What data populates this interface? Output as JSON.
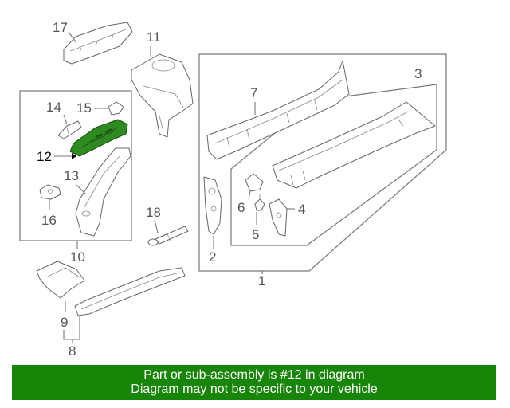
{
  "diagram": {
    "callouts": {
      "c1": "1",
      "c2": "2",
      "c3": "3",
      "c4": "4",
      "c5": "5",
      "c6": "6",
      "c7": "7",
      "c8": "8",
      "c9": "9",
      "c10": "10",
      "c11": "11",
      "c12": "12",
      "c13": "13",
      "c14": "14",
      "c15": "15",
      "c16": "16",
      "c17": "17",
      "c18": "18"
    },
    "highlighted_part": "12",
    "highlight_color": "#2e8b20"
  },
  "banner": {
    "line1": "Part or sub-assembly is #12 in diagram",
    "line2": "Diagram may not be specific to your vehicle",
    "background_color": "#178507",
    "text_color": "#ffffff"
  }
}
